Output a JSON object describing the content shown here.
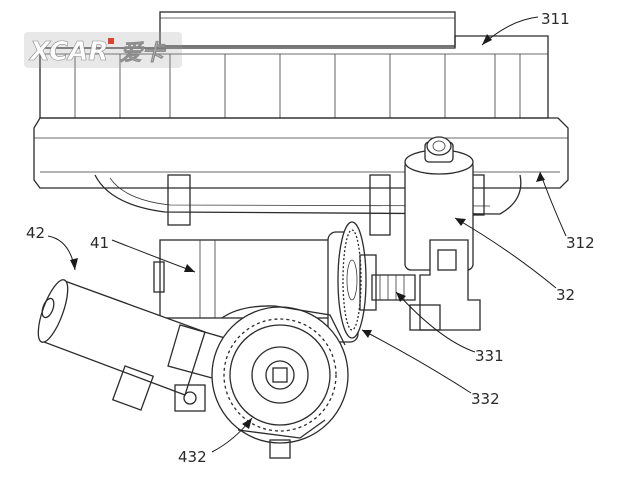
{
  "watermark": {
    "brand": "XCAR",
    "chinese": "爱卡"
  },
  "labels": {
    "l311": "311",
    "l312": "312",
    "l32": "32",
    "l331": "331",
    "l332": "332",
    "l41": "41",
    "l42": "42",
    "l432": "432"
  },
  "colors": {
    "line": "#2b2b2b",
    "background": "#ffffff",
    "watermark": "#ffffff",
    "watermark_accent": "#d93a2b"
  }
}
